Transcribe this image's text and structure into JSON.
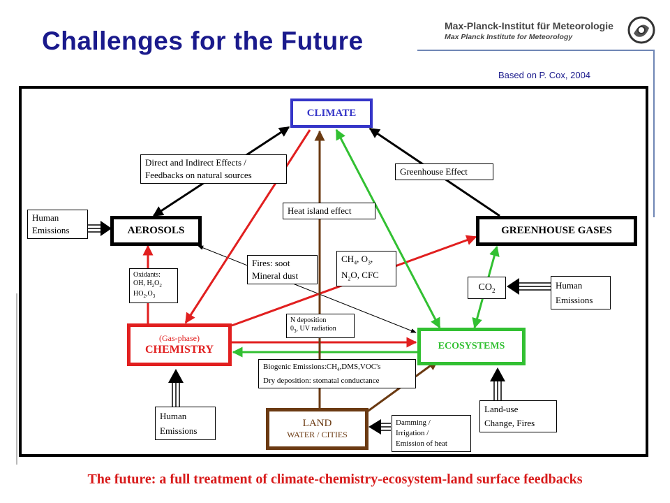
{
  "header": {
    "title": "Challenges for the Future",
    "institute_name": "Max-Planck-Institut für Meteorologie",
    "institute_sub": "Max Planck Institute for Meteorology",
    "source": "Based on P. Cox, 2004"
  },
  "nodes": {
    "climate": "CLIMATE",
    "aerosols": "AEROSOLS",
    "greenhouse_gases": "GREENHOUSE GASES",
    "chemistry_sub": "(Gas-phase)",
    "chemistry": "CHEMISTRY",
    "ecosystems": "ECOSYSTEMS",
    "land": "LAND",
    "land_sub": "WATER / CITIES",
    "co2": "CO",
    "co2_sub": "2"
  },
  "labels": {
    "direct_indirect": [
      "Direct and Indirect Effects /",
      "Feedbacks on natural sources"
    ],
    "greenhouse_effect": "Greenhouse Effect",
    "heat_island": "Heat island effect",
    "fires": [
      "Fires: soot",
      "Mineral dust"
    ],
    "gases": {
      "ch": "CH",
      "s4": "4",
      "o": ", O",
      "s3": "3",
      "comma": ",",
      "n": "N",
      "s2": "2",
      "rest": "O, CFC"
    },
    "oxidants": {
      "l1": "Oxidants:",
      "l2a": "OH, H",
      "l2s1": "2",
      "l2b": "O",
      "l2s2": "2",
      "l3a": "HO",
      "l3s1": "2",
      "l3b": ",O",
      "l3s2": "3"
    },
    "n_deposition": {
      "l1": "N deposition",
      "l2a": "0",
      "l2s": "3",
      "l2b": ", UV radiation"
    },
    "biogenic": {
      "l1a": "Biogenic Emissions:CH",
      "l1s": "4",
      "l1b": ",DMS,VOC's",
      "l2": "Dry deposition: stomatal conductance"
    },
    "damming": [
      "Damming /",
      "Irrigation /",
      "Emission of heat"
    ],
    "landuse": [
      "Land-use",
      "Change, Fires"
    ],
    "human_emissions": [
      "Human",
      "Emissions"
    ]
  },
  "colors": {
    "title": "#1a1a8c",
    "climate_border": "#3535c8",
    "chemistry": "#e11f1f",
    "ecosystems": "#32c032",
    "land": "#6b3a12",
    "footer": "#d81b1b"
  },
  "footer": "The future: a full treatment of climate-chemistry-ecosystem-land surface feedbacks"
}
